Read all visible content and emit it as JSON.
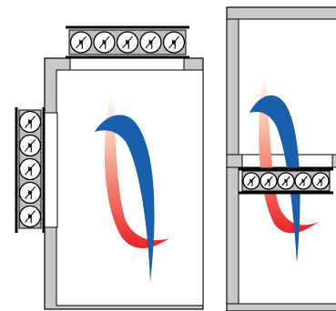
{
  "diagram": {
    "panels": [
      {
        "id": "left",
        "fan_units": [
          {
            "orientation": "horizontal",
            "fan_count": 5
          },
          {
            "orientation": "vertical",
            "fan_count": 5
          }
        ]
      },
      {
        "id": "right",
        "fan_units": [
          {
            "orientation": "horizontal",
            "fan_count": 5
          }
        ]
      }
    ],
    "colors": {
      "wall": "#c8c8c8",
      "outline": "#000000",
      "hot_air": "#e8242a",
      "cool_air": "#1a5faa",
      "fan_fill": "#bdbdbd"
    },
    "icons": [
      "fan-icon",
      "cool-airflow-arrow-icon",
      "hot-airflow-arrow-icon"
    ]
  }
}
